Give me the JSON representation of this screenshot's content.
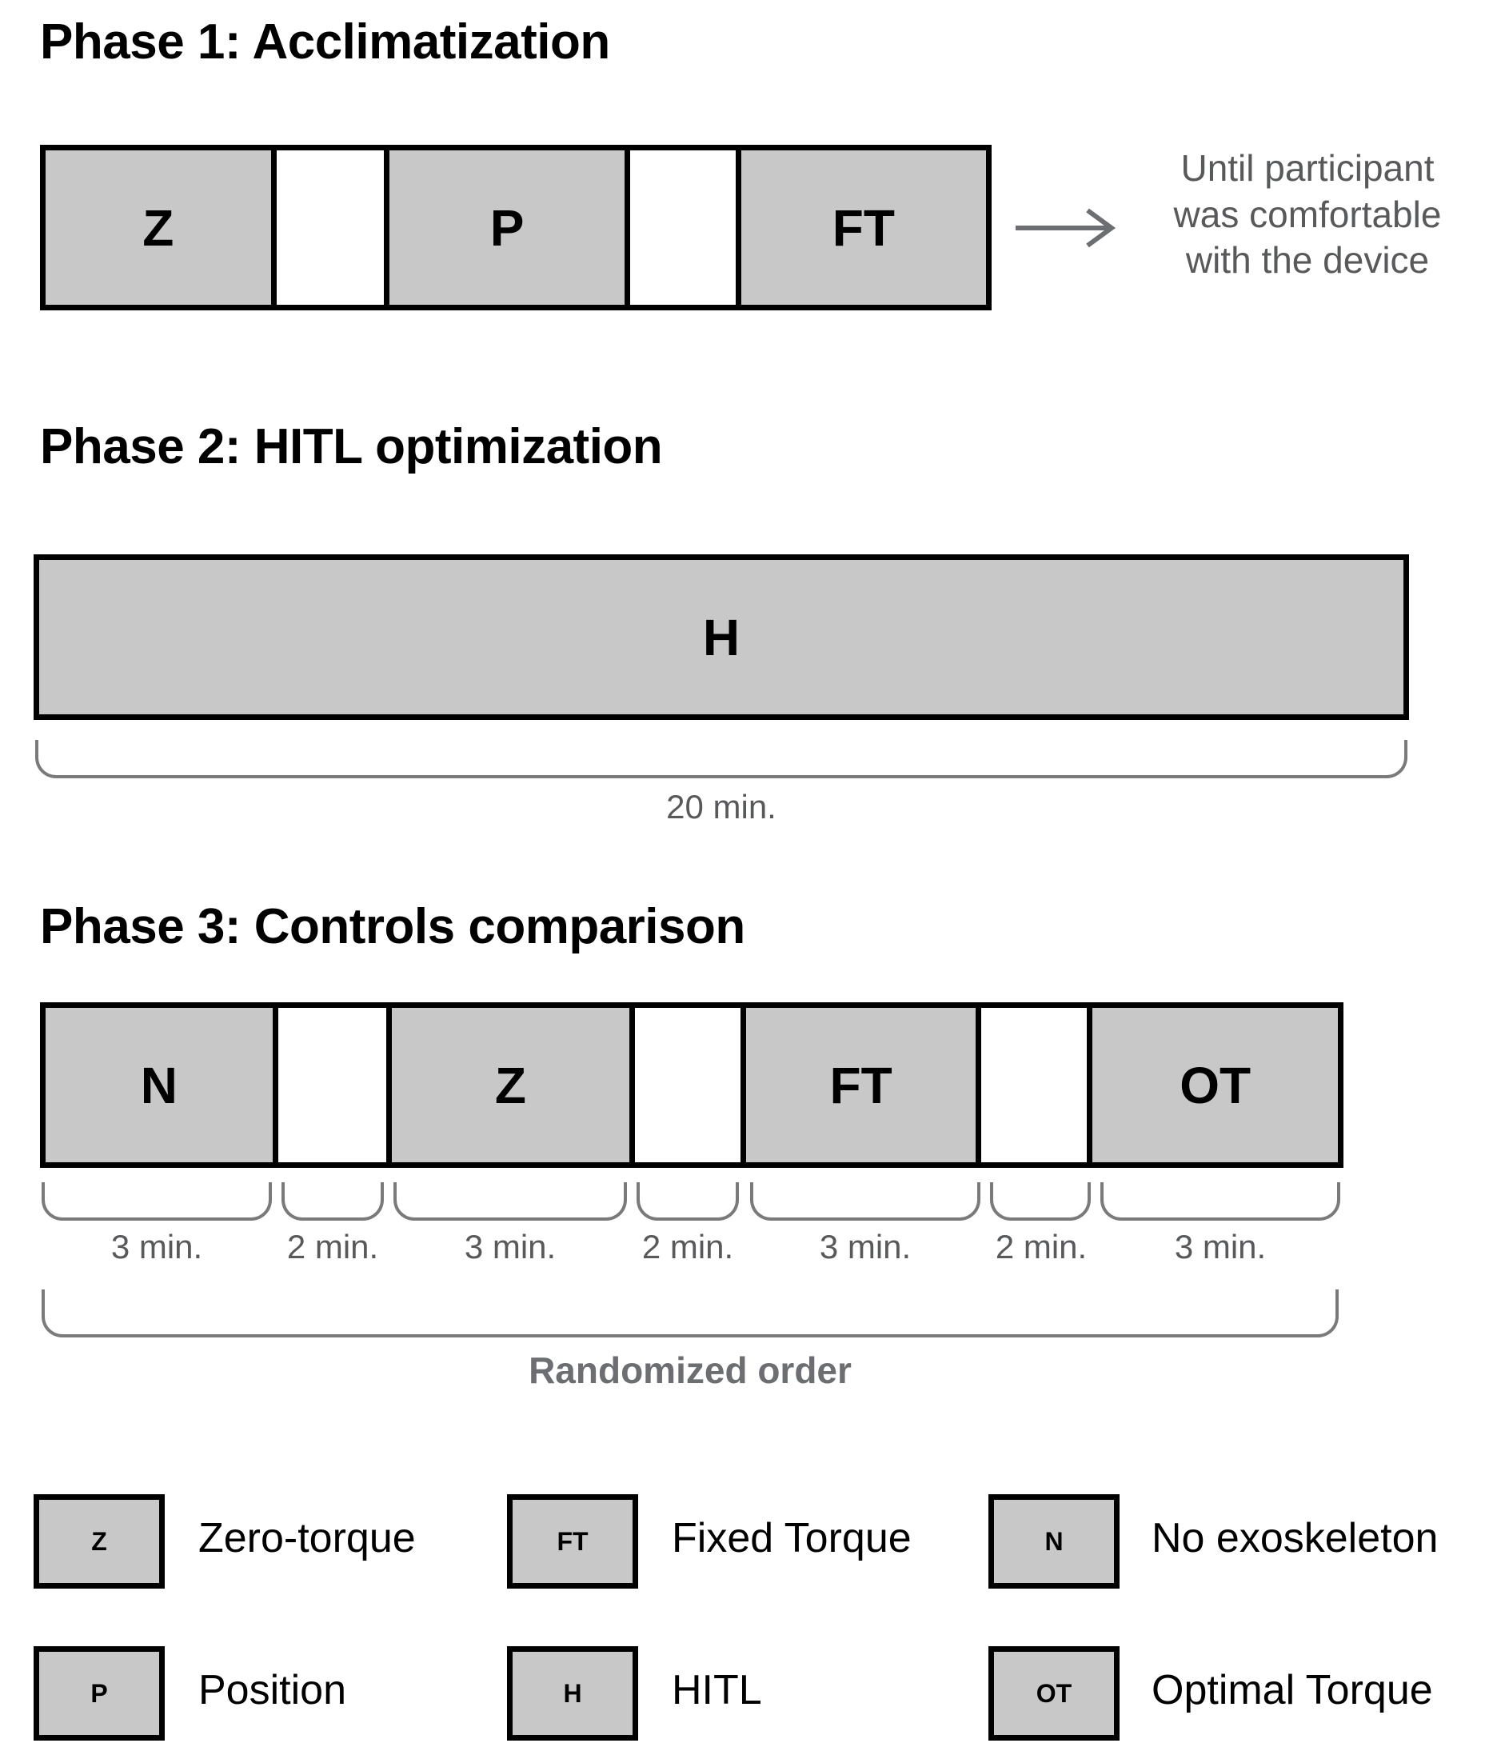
{
  "phases": [
    {
      "title": "Phase 1: Acclimatization",
      "segments": [
        {
          "label": "Z",
          "type": "filled"
        },
        {
          "label": "",
          "type": "empty"
        },
        {
          "label": "P",
          "type": "filled"
        },
        {
          "label": "",
          "type": "empty"
        },
        {
          "label": "FT",
          "type": "filled"
        }
      ],
      "note": "Until participant\nwas comfortable\nwith the device",
      "arrow_icon": "arrow-right-icon"
    },
    {
      "title": "Phase 2: HITL optimization",
      "segments": [
        {
          "label": "H",
          "type": "filled"
        }
      ],
      "duration_label": "20 min."
    },
    {
      "title": "Phase 3: Controls comparison",
      "segments": [
        {
          "label": "N",
          "type": "filled"
        },
        {
          "label": "",
          "type": "empty"
        },
        {
          "label": "Z",
          "type": "filled"
        },
        {
          "label": "",
          "type": "empty"
        },
        {
          "label": "FT",
          "type": "filled"
        },
        {
          "label": "",
          "type": "empty"
        },
        {
          "label": "OT",
          "type": "filled"
        }
      ],
      "durations": [
        "3 min.",
        "2 min.",
        "3 min.",
        "2 min.",
        "3 min.",
        "2 min.",
        "3 min."
      ],
      "overall_label": "Randomized order"
    }
  ],
  "legend": [
    {
      "code": "Z",
      "label": "Zero-torque"
    },
    {
      "code": "FT",
      "label": "Fixed Torque"
    },
    {
      "code": "N",
      "label": "No exoskeleton"
    },
    {
      "code": "P",
      "label": "Position"
    },
    {
      "code": "H",
      "label": "HITL"
    },
    {
      "code": "OT",
      "label": "Optimal Torque"
    }
  ],
  "colors": {
    "segment_fill": "#c8c8c8",
    "outline": "#000000",
    "muted_text": "#58595b",
    "brace": "#7a7a7a"
  }
}
